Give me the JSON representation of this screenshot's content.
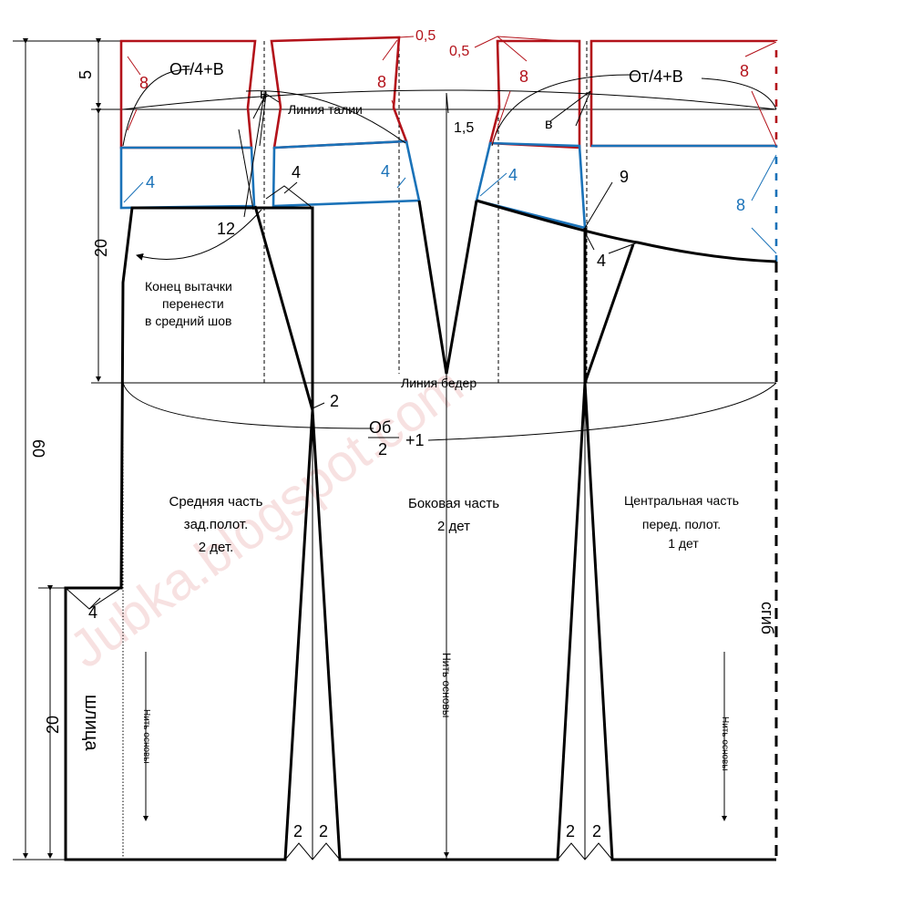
{
  "watermark": "Jubka.blogspot.com",
  "colors": {
    "line": "#000000",
    "waist_band": "#b3121a",
    "yoke": "#1a72b8",
    "watermark": "#f0c8c8"
  },
  "dimensions": {
    "total_length": "60",
    "waist_offset": "5",
    "hip_depth": "20",
    "slit_length": "20"
  },
  "lines": {
    "waist": "Линия талии",
    "hip": "Линия бедер"
  },
  "formulas": {
    "waist_quarter_left": "От/4+В",
    "waist_quarter_right": "От/4+В",
    "hip_num": "Об",
    "hip_den": "2",
    "hip_plus": "+1"
  },
  "marks": {
    "red_8_a": "8",
    "red_8_b": "8",
    "red_8_c": "8",
    "red_8_d": "8",
    "red_05_a": "0,5",
    "red_05_b": "0,5",
    "blue_4_a": "4",
    "blue_4_b": "4",
    "blue_4_c": "4",
    "blue_8": "8",
    "b_left": "в",
    "b_right": "в",
    "n_15": "1,5",
    "n_4_top": "4",
    "n_12": "12",
    "n_9": "9",
    "n_4_right": "4",
    "n_2_mid": "2",
    "n_4_slit": "4",
    "hem_2_a": "2",
    "hem_2_b": "2",
    "hem_2_c": "2",
    "hem_2_d": "2"
  },
  "notes": {
    "dart_line1": "Конец вытачки",
    "dart_line2": "перенести",
    "dart_line3": "в средний шов"
  },
  "pieces": {
    "back": {
      "line1": "Средняя часть",
      "line2": "зад.полот.",
      "line3": "2 дет."
    },
    "side": {
      "line1": "Боковая часть",
      "line2": "2 дет"
    },
    "front": {
      "line1": "Центральная часть",
      "line2": "перед. полот.",
      "line3": "1 дет"
    }
  },
  "grain": {
    "left": "Нить основы",
    "mid": "Нить основы",
    "right": "Нить основы"
  },
  "slit_label": "шлица",
  "fold_label": "сгиб"
}
